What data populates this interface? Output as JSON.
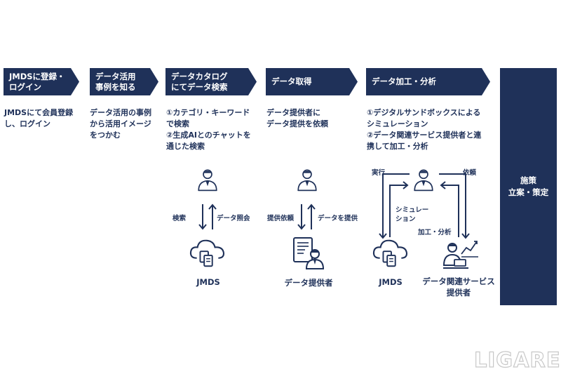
{
  "steps": [
    {
      "line1": "JMDSに登録・",
      "line2": "ログイン"
    },
    {
      "line1": "データ活用",
      "line2": "事例を知る"
    },
    {
      "line1": "データカタログ",
      "line2": "にてデータ検索"
    },
    {
      "line1": "データ取得",
      "line2": ""
    },
    {
      "line1": "データ加工・分析",
      "line2": ""
    }
  ],
  "descriptions": [
    [
      "JMDSにて会員登録",
      "し、ログイン"
    ],
    [
      "データ活用の事例",
      "から活用イメージ",
      "をつかむ"
    ],
    [
      "①カテゴリ・キーワード",
      "で検索",
      "②生成AIとのチャットを",
      "通じた検索"
    ],
    [
      "データ提供者に",
      "データ提供を依頼"
    ],
    [
      "①デジタルサンドボックスによる",
      "シミュレーション",
      "②データ関連サービス提供者と連",
      "携して加工・分析"
    ]
  ],
  "final": {
    "line1": "施策",
    "line2": "立案・策定"
  },
  "flow_search": {
    "left": "検索",
    "right": "データ照会",
    "bottom": "JMDS"
  },
  "flow_acquire": {
    "left": "提供依頼",
    "right": "データを提供",
    "bottom": "データ提供者"
  },
  "flow_analysis": {
    "exec": "実行",
    "request": "依頼",
    "sim1": "シミュレー",
    "sim2": "ション",
    "process": "加工・分析",
    "jmds": "JMDS",
    "provider1": "データ関連サービス",
    "provider2": "提供者"
  },
  "logo": "LIGARE",
  "colors": {
    "navy": "#1f3159",
    "white": "#ffffff"
  },
  "icons": [
    "person-icon",
    "cloud-data-icon",
    "document-person-icon",
    "analyst-chart-icon"
  ]
}
